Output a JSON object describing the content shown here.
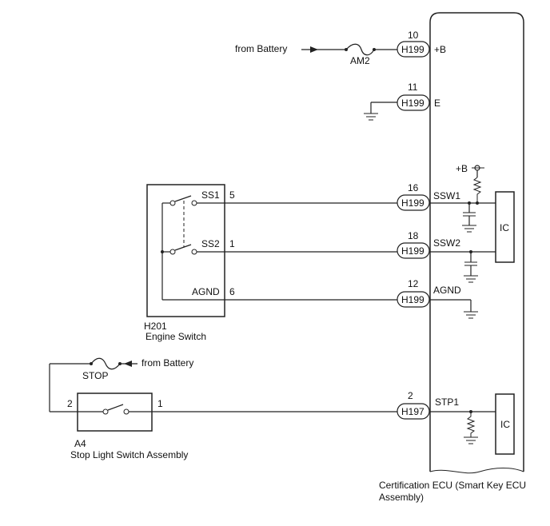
{
  "ecu": {
    "name_line1": "Certification ECU (Smart Key ECU",
    "name_line2": "Assembly)"
  },
  "battery_label": "from Battery",
  "fuses": [
    {
      "label": "AM2"
    },
    {
      "label": "STOP"
    }
  ],
  "ecu_pins": [
    {
      "pin": "10",
      "connector": "H199",
      "signal": "+B"
    },
    {
      "pin": "11",
      "connector": "H199",
      "signal": "E"
    },
    {
      "pin": "16",
      "connector": "H199",
      "signal": "SSW1"
    },
    {
      "pin": "18",
      "connector": "H199",
      "signal": "SSW2"
    },
    {
      "pin": "12",
      "connector": "H199",
      "signal": "AGND"
    },
    {
      "pin": "2",
      "connector": "H197",
      "signal": "STP1"
    }
  ],
  "internal": {
    "supply_label": "+B",
    "ic_label": "IC"
  },
  "engine_switch": {
    "code": "H201",
    "name": "Engine Switch",
    "terminals": [
      {
        "name": "SS1",
        "pin": "5"
      },
      {
        "name": "SS2",
        "pin": "1"
      },
      {
        "name": "AGND",
        "pin": "6"
      }
    ]
  },
  "stop_light_switch": {
    "code": "A4",
    "name": "Stop Light Switch Assembly",
    "pin_left": "2",
    "pin_right": "1"
  }
}
